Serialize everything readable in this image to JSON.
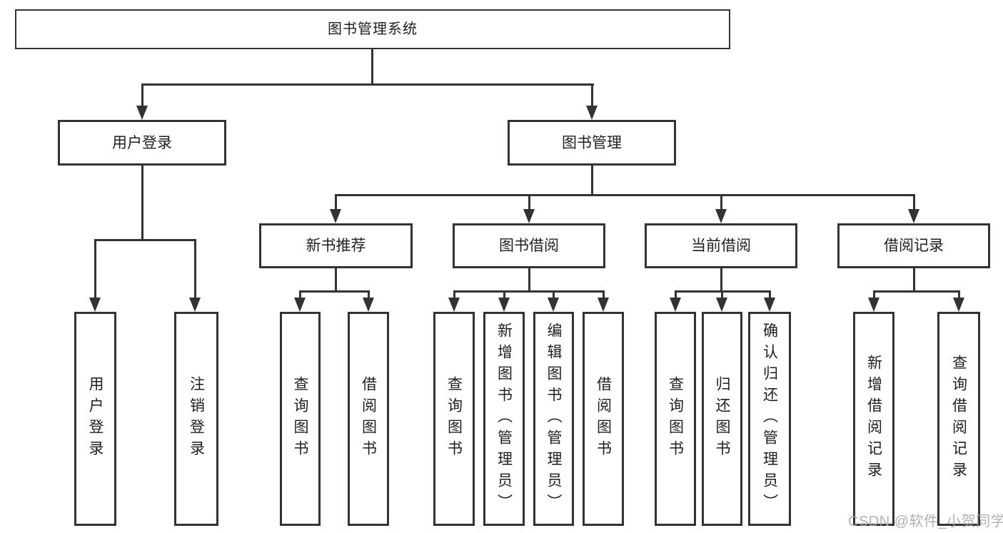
{
  "title": "图书管理系统",
  "tree": {
    "root": {
      "label": "图书管理系统"
    },
    "branches": [
      {
        "label": "用户登录",
        "children": [
          {
            "label": "用户登录"
          },
          {
            "label": "注销登录"
          }
        ]
      },
      {
        "label": "图书管理",
        "groups": [
          {
            "label": "新书推荐",
            "children": [
              {
                "label": "查询图书"
              },
              {
                "label": "借阅图书"
              }
            ]
          },
          {
            "label": "图书借阅",
            "children": [
              {
                "label": "查询图书"
              },
              {
                "label": "新增图书（管理员）"
              },
              {
                "label": "编辑图书（管理员）"
              },
              {
                "label": "借阅图书"
              }
            ]
          },
          {
            "label": "当前借阅",
            "children": [
              {
                "label": "查询图书"
              },
              {
                "label": "归还图书"
              },
              {
                "label": "确认归还（管理员）"
              }
            ]
          },
          {
            "label": "借阅记录",
            "children": [
              {
                "label": "新增借阅记录"
              },
              {
                "label": "查询借阅记录"
              }
            ]
          }
        ]
      }
    ]
  },
  "watermark": "CSDN @软件_小贺同学",
  "colors": {
    "line": "#333333",
    "text": "#1f1f1f",
    "box_fill": "#ffffff",
    "watermark": "#a8a8a8",
    "background": "#ffffff"
  }
}
